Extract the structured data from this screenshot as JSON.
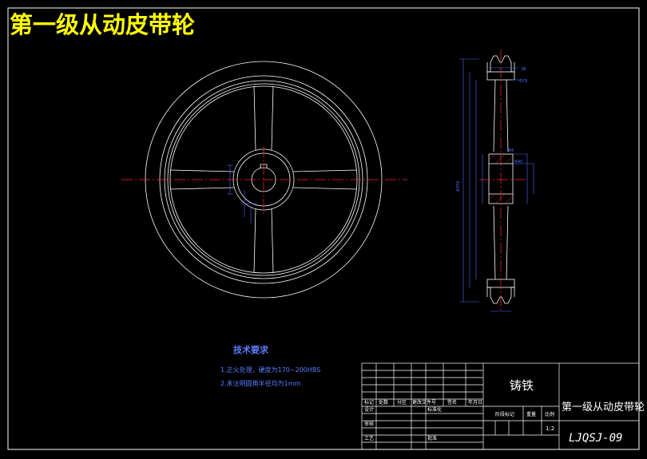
{
  "title": "第一级从动皮带轮",
  "technical_requirements": {
    "heading": "技术要求",
    "items": [
      "1.正火处理，硬度为170~200HBS",
      "2.未注明圆角半径均为1mm"
    ]
  },
  "title_block": {
    "material": "铸铁",
    "part_name": "第一级从动皮带轮",
    "drawing_code": "LJQSJ-09",
    "scale": "1:2",
    "headers": [
      "标记",
      "处数",
      "分区",
      "更改文件号",
      "签名",
      "年月日"
    ],
    "labels": {
      "design": "设计",
      "standardize": "标准化",
      "review": "审核",
      "process": "工艺",
      "approve": "批准",
      "stage_mark": "阶段标记",
      "weight": "重量",
      "scale_label": "比例"
    }
  },
  "side_view_dims": {
    "top1": "38",
    "top2": "Φ79",
    "hub1": "Φ4",
    "hub2": "Φ40",
    "left": "Φ356"
  },
  "colors": {
    "background": "#000000",
    "outline": "#ffffff",
    "center_line": "#ff2a2a",
    "dimension": "#4f6bff",
    "title": "#ffff00",
    "section_hatch": "#ff2a2a"
  }
}
